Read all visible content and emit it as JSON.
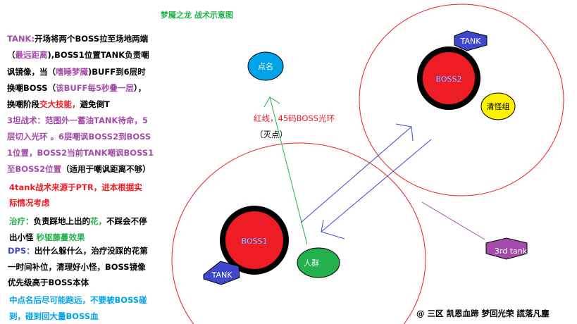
{
  "title": "梦魇之龙 战术示意图",
  "colors": {
    "purple": "#a44ca9",
    "red": "#ee1c24",
    "green": "#22b14c",
    "blue": "#3f48cc",
    "cyan": "#00a2e8",
    "black": "#000000"
  },
  "notes": {
    "l1a": "TANK:",
    "l1b": "开场将两个BOSS拉至场地两端",
    "l2a": "（",
    "l2b": "最远距离",
    "l2c": "),BOSS1位置TANK负责嘲",
    "l3a": "讽镜像，当（",
    "l3b": "嗜睡梦魇",
    "l3c": ")BUFF到6层时",
    "l4a": "换嘲BOSS（",
    "l4b": "该BUFF每5秒叠一层",
    "l4c": "），",
    "l5a": "换嘲阶段",
    "l5b": "交大技能，",
    "l5c": "避免倒T",
    "l6": "3坦战术：范围外一蓄油TANK待命，5",
    "l7": "层切入光环 。6层嘲讽BOSS2到BOSS",
    "l8": "1位置，BOSS2当前TANK嘲讽BOSS1",
    "l9a": "至BOSS2位置",
    "l9b": "（适用于嘲讽距离不够）",
    "l10": "4tank战术来源于PTR，进本根据实",
    "l11": "际情况考虑",
    "l12a": "治疗：",
    "l12b": "负责踩地上出的",
    "l12c": "花，",
    "l12d": "不踩会不停",
    "l13a": "出小怪 ",
    "l13b": "秒驱藤蔓效果",
    "l14a": "DPS：",
    "l14b": "出什么躲什么，治疗没踩的花第",
    "l15": "一时间补位，清理好小怪，BOSS镜像",
    "l16": "优先级高于BOSS本体",
    "l17": "中点名后尽可能跑远，不要被BOSS碰",
    "l18": "到，碰到回大量BOSS血"
  },
  "diagram": {
    "boss1": "BOSS1",
    "boss2": "BOSS2",
    "tank1": "TANK",
    "tank2": "TANK",
    "mark": "点名",
    "adds": "清怪组",
    "crowd": "人群",
    "third_tank": "3rd tank",
    "aura_note": "红线，45码BOSS光环",
    "wipe_note": "（灭点）"
  },
  "footer": "@ 三区 凯恩血蹄 梦回光荣 謊落凡塵"
}
